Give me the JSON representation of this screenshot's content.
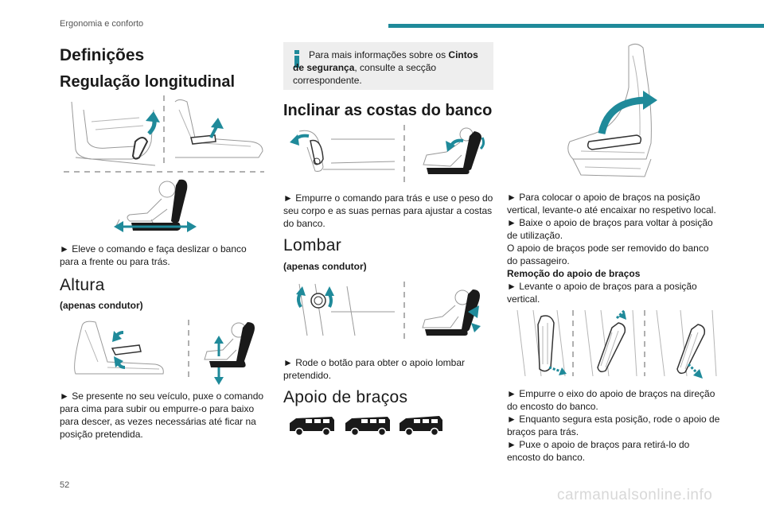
{
  "header": {
    "chapter": "Ergonomia e conforto",
    "accent_color": "#1f8a9a"
  },
  "page_number": "52",
  "footer_watermark": "carmanualsonline.info",
  "col1": {
    "title": "Definições",
    "longitudinal": {
      "heading": "Regulação longitudinal",
      "text": "► Eleve o comando e faça deslizar o banco para a frente ou para trás."
    },
    "altura": {
      "heading": "Altura",
      "sub": "(apenas condutor)",
      "text": "► Se presente no seu veículo, puxe o comando para cima para subir ou empurre-o para baixo para descer, as vezes necessárias até ficar na posição pretendida."
    }
  },
  "col2": {
    "info": {
      "icon": "info-icon",
      "before": "Para mais informações sobre os ",
      "bold": "Cintos de segurança",
      "after": ", consulte a secção correspondente."
    },
    "inclinar": {
      "heading": "Inclinar as costas do banco",
      "text": "► Empurre o comando para trás e use o peso do seu corpo e as suas pernas para ajustar a costas do banco."
    },
    "lombar": {
      "heading": "Lombar",
      "sub": "(apenas condutor)",
      "text": "► Rode o botão para obter o apoio lombar pretendido."
    },
    "apoio": {
      "heading": "Apoio de braços"
    }
  },
  "col3": {
    "p1": "► Para colocar o apoio de braços na posição vertical, levante-o até encaixar no respetivo local.",
    "p2": "► Baixe o apoio de braços para voltar à posição de utilização.",
    "p3": "O apoio de braços pode ser removido do banco do passageiro.",
    "p4_title": "Remoção do apoio de braços",
    "p5": "► Levante o apoio de braços para a posição vertical.",
    "p6": "► Empurre o eixo do apoio de braços na direção do encosto do banco.",
    "p7": "► Enquanto segura esta posição, rode o apoio de braços para trás.",
    "p8": "► Puxe o apoio de braços para retirá-lo do encosto do banco."
  }
}
